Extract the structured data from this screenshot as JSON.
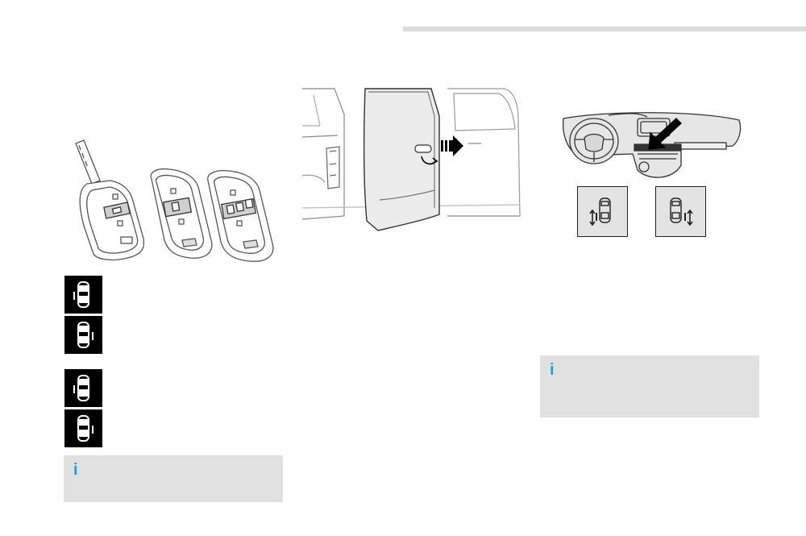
{
  "notes": [
    {
      "id": "note-keys",
      "marker": "i"
    },
    {
      "id": "note-dashboard",
      "marker": "i"
    }
  ],
  "symbols": [
    {
      "icon": "van-door-left-icon"
    },
    {
      "icon": "van-door-right-icon"
    },
    {
      "icon": "van-doors-left-icon"
    },
    {
      "icon": "van-doors-right-icon"
    }
  ],
  "illustrations": [
    {
      "icon": "remote-keys-illustration"
    },
    {
      "icon": "sliding-door-illustration"
    },
    {
      "icon": "dashboard-button-illustration"
    }
  ],
  "colors": {
    "info_marker": "#1ba1e2",
    "note_background": "#e1e1e1",
    "rule": "#dcdcdc"
  }
}
